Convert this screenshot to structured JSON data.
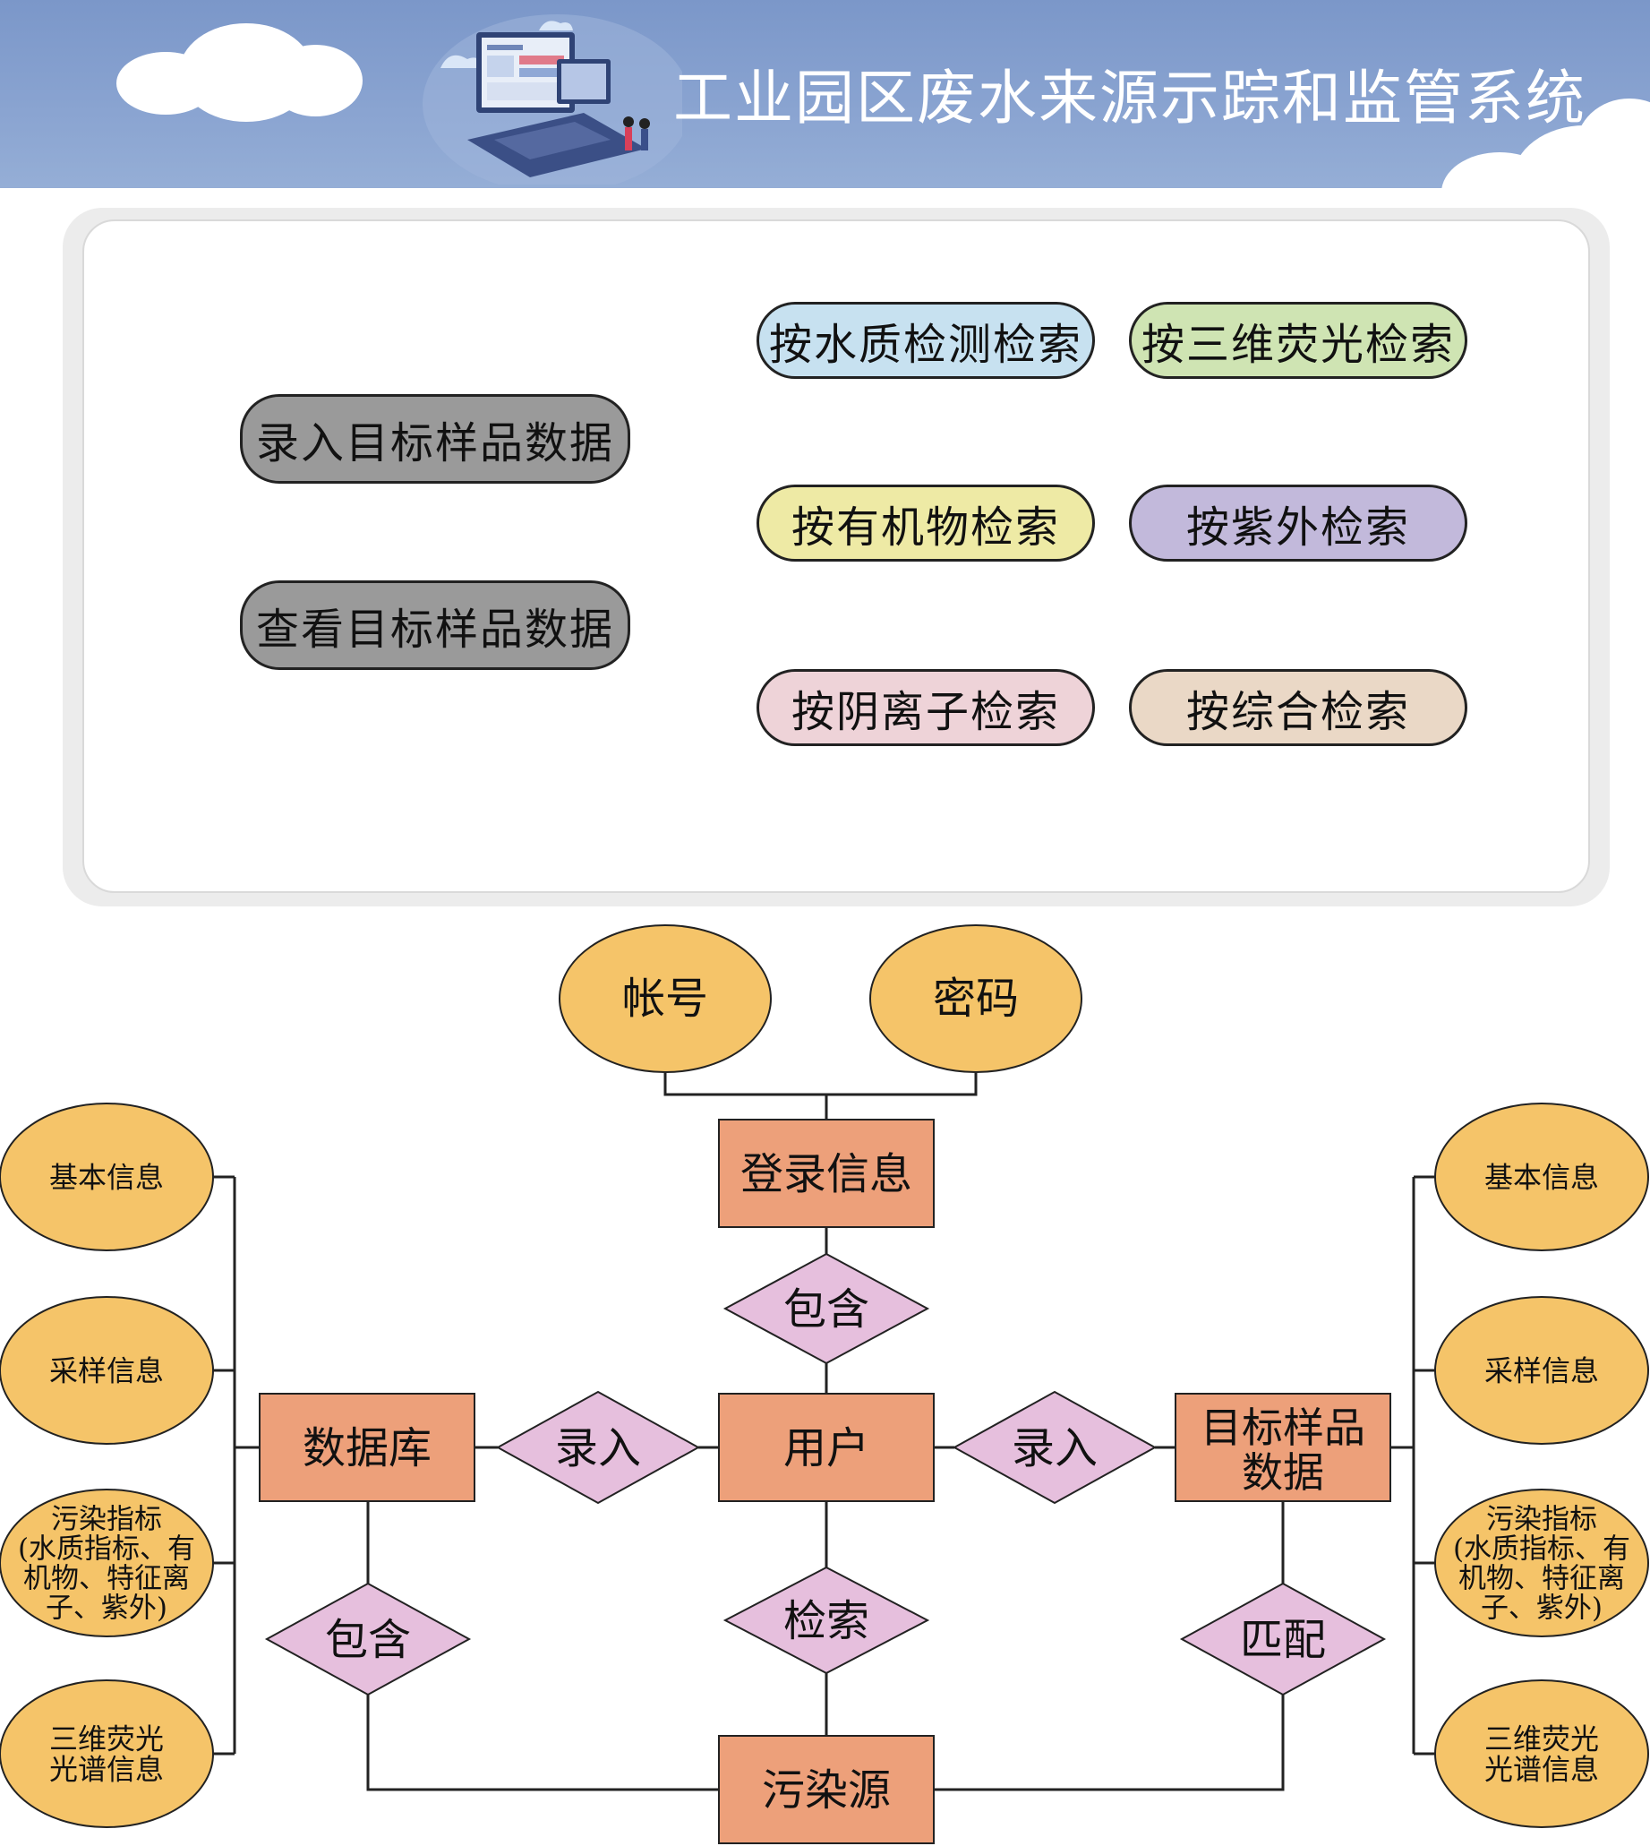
{
  "header": {
    "title": "工业园区废水来源示踪和监管系统"
  },
  "panel": {
    "data_buttons": [
      {
        "label": "录入目标样品数据",
        "color": "#9a9a9a"
      },
      {
        "label": "查看目标样品数据",
        "color": "#9a9a9a"
      }
    ],
    "search_buttons": [
      {
        "label": "按水质检测检索",
        "color": "#c7e1f0"
      },
      {
        "label": "按三维荧光检索",
        "color": "#cfe4b3"
      },
      {
        "label": "按有机物检索",
        "color": "#eeeaa5"
      },
      {
        "label": "按紫外检索",
        "color": "#c2b9db"
      },
      {
        "label": "按阴离子检索",
        "color": "#eed3d8"
      },
      {
        "label": "按综合检索",
        "color": "#ead8c6"
      }
    ]
  },
  "diagram": {
    "colors": {
      "entity": "#eda07a",
      "relation": "#e6bfdd",
      "attribute": "#f5c469",
      "line": "#222222"
    },
    "entities": {
      "login": "登录信息",
      "user": "用户",
      "database": "数据库",
      "target": [
        "目标样品",
        "数据"
      ],
      "source": "污染源"
    },
    "relations": {
      "contain_top": "包含",
      "input_left": "录入",
      "input_right": "录入",
      "search": "检索",
      "contain_left": "包含",
      "match": "匹配"
    },
    "login_attributes": [
      "帐号",
      "密码"
    ],
    "left_attributes": [
      [
        "基本信息"
      ],
      [
        "采样信息"
      ],
      [
        "污染指标",
        "(水质指标、有",
        "机物、特征离",
        "子、紫外)"
      ],
      [
        "三维荧光",
        "光谱信息"
      ]
    ],
    "right_attributes": [
      [
        "基本信息"
      ],
      [
        "采样信息"
      ],
      [
        "污染指标",
        "(水质指标、有",
        "机物、特征离",
        "子、紫外)"
      ],
      [
        "三维荧光",
        "光谱信息"
      ]
    ]
  }
}
